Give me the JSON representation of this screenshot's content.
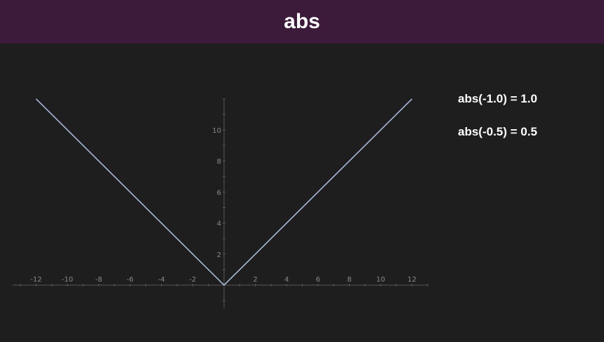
{
  "header": {
    "title": "abs"
  },
  "readouts": [
    "abs(-1.0) = 1.0",
    "abs(-0.5) = 0.5"
  ],
  "colors": {
    "header_bg": "#3b1a3a",
    "background": "#1e1e1e",
    "line": "#a8b8d8",
    "axis": "#555555",
    "tick_label": "#8a8a8a"
  },
  "chart_data": {
    "type": "line",
    "title": "",
    "xlabel": "",
    "ylabel": "",
    "xlim": [
      -13.5,
      13
    ],
    "ylim": [
      -1.5,
      12
    ],
    "x_ticks": [
      -12,
      -10,
      -8,
      -6,
      -4,
      -2,
      2,
      4,
      6,
      8,
      10,
      12
    ],
    "x_tick_labels": [
      "-12",
      "-10",
      "-8",
      "-6",
      "-4",
      "-2",
      "2",
      "4",
      "6",
      "8",
      "10",
      "12"
    ],
    "y_ticks": [
      2,
      4,
      6,
      8,
      10
    ],
    "y_tick_labels": [
      "2",
      "4",
      "6",
      "8",
      "10"
    ],
    "grid": false,
    "series": [
      {
        "x": [
          -12,
          0,
          12
        ],
        "y": [
          12,
          0,
          12
        ]
      }
    ]
  }
}
